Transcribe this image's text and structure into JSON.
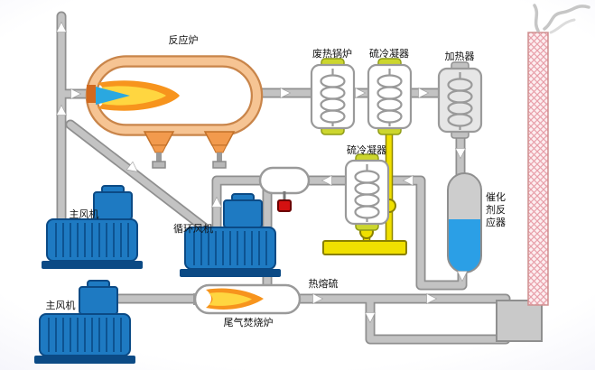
{
  "labels": {
    "reaction_furnace": "反应炉",
    "waste_heat_boiler": "废热锅炉",
    "sulfur_condenser_top": "硫冷凝器",
    "heater": "加热器",
    "sulfur_condenser_mid": "硫冷凝器",
    "catalyst_reactor": "催化剂反应器",
    "main_blower_top": "主风机",
    "circulation_blower": "循环风机",
    "main_blower_bottom": "主风机",
    "tail_gas_incinerator": "尾气焚烧炉",
    "molten_sulfur": "热熔硫"
  },
  "colors": {
    "pipe_gray": "#bfbfbf",
    "furnace_ring": "#f6c493",
    "flame_orange": "#f7941d",
    "flame_yellow": "#ffd640",
    "flame_blue": "#2aa8e0",
    "blower_blue": "#1e7ac2",
    "sulfur_yellow": "#f0e000",
    "reactor_liquid_blue": "#2b9fe6",
    "vessel_cap_green": "#ccd62e",
    "valve_red": "#d41111",
    "chimney_pink": "#e8a0aa",
    "background_lavender": "#e4e4f4"
  }
}
